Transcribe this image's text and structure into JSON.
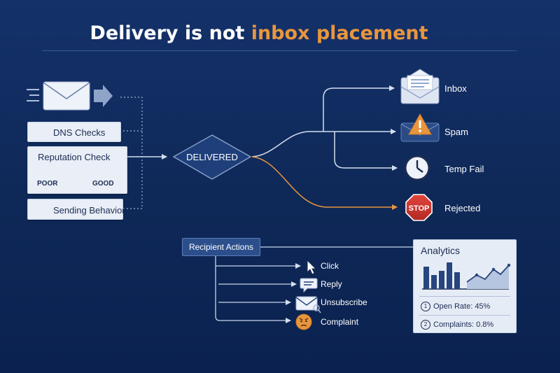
{
  "title": {
    "prefix": "Delivery is not ",
    "highlight": "inbox placement"
  },
  "checks": {
    "dns": "DNS Checks",
    "reputation": {
      "title": "Reputation Check",
      "poor": "POOR",
      "good": "GOOD"
    },
    "sending": "Sending Behavior"
  },
  "center_node": "DELIVERED",
  "outcomes": [
    {
      "label": "Inbox",
      "icon": "inbox-envelope-icon"
    },
    {
      "label": "Spam",
      "icon": "spam-warning-icon"
    },
    {
      "label": "Temp Fail",
      "icon": "clock-icon"
    },
    {
      "label": "Rejected",
      "icon": "stop-sign-icon",
      "sign_text": "STOP"
    }
  ],
  "recipient": {
    "title": "Recipient Actions",
    "actions": [
      {
        "label": "Click",
        "icon": "cursor-icon"
      },
      {
        "label": "Reply",
        "icon": "speech-bubble-icon"
      },
      {
        "label": "Unsubscribe",
        "icon": "envelope-unsubscribe-icon"
      },
      {
        "label": "Complaint",
        "icon": "angry-face-icon"
      }
    ]
  },
  "analytics": {
    "title": "Analytics",
    "stats": [
      {
        "num": "1",
        "text": "Open Rate: 45%"
      },
      {
        "num": "2",
        "text": "Complaints: 0.8%"
      }
    ]
  },
  "colors": {
    "background": "#0f2a5c",
    "accent": "#e8963e",
    "line": "#c9d6ea",
    "card": "#e9eef7",
    "diamond": "#1e3f7a"
  }
}
